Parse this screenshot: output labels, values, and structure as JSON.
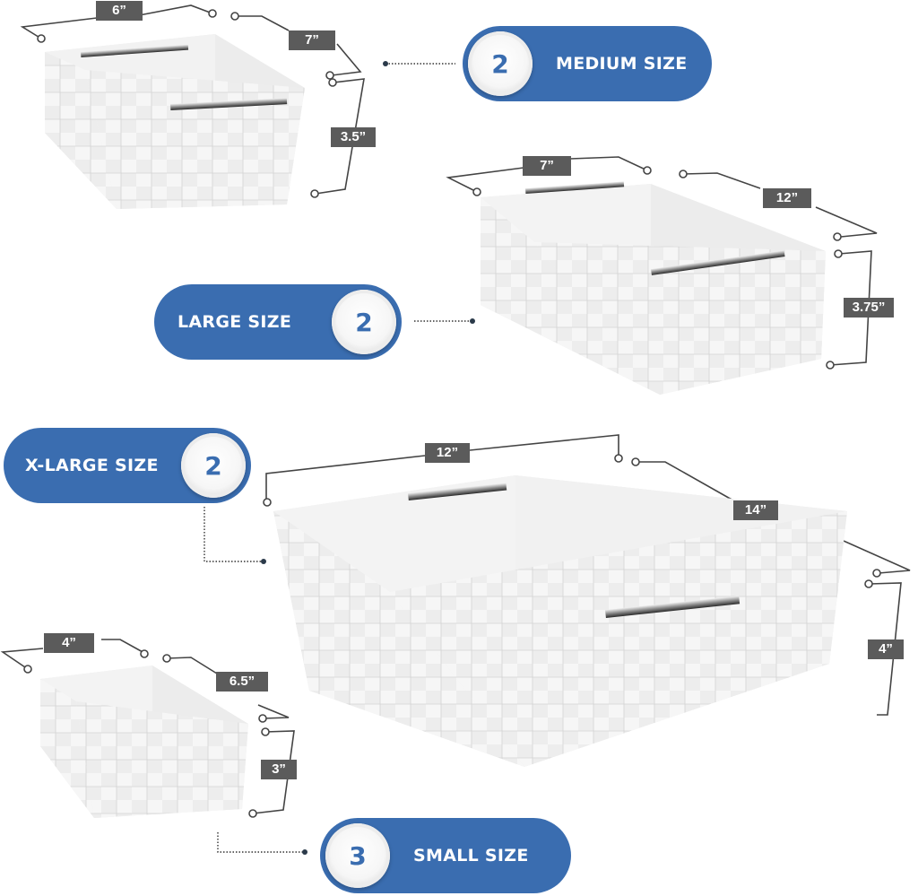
{
  "colors": {
    "brand_blue": "#3a6db0",
    "tag_gray": "#5b5b5b",
    "line_gray": "#444444",
    "basket_white": "#f4f4f4"
  },
  "badges": {
    "medium": {
      "count": "2",
      "label": "MEDIUM SIZE"
    },
    "large": {
      "count": "2",
      "label": "LARGE SIZE"
    },
    "xlarge": {
      "count": "2",
      "label": "X-LARGE SIZE"
    },
    "small": {
      "count": "3",
      "label": "SMALL SIZE"
    }
  },
  "dimensions": {
    "medium": {
      "width": "6”",
      "length": "7”",
      "height": "3.5”"
    },
    "large": {
      "width": "7”",
      "length": "12”",
      "height": "3.75”"
    },
    "xlarge": {
      "width": "12”",
      "length": "14”",
      "height": "4”"
    },
    "small": {
      "width": "4”",
      "length": "6.5”",
      "height": "3”"
    }
  }
}
